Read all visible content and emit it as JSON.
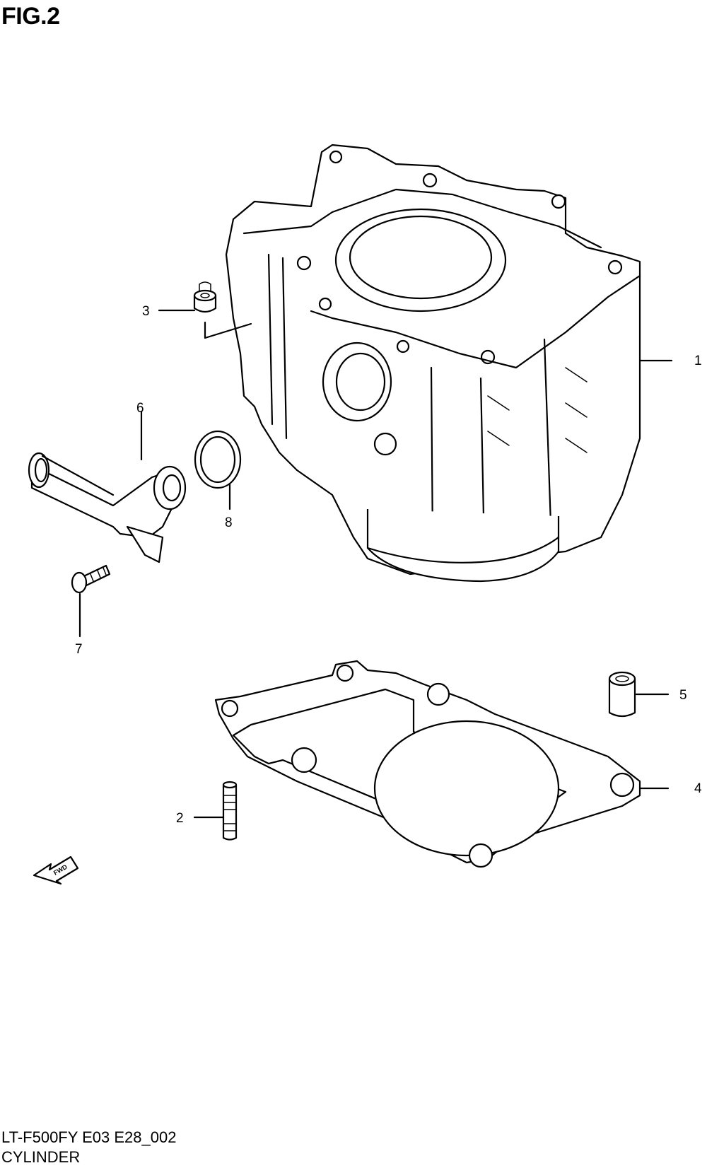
{
  "figure": {
    "title": "FIG.2",
    "code": "LT-F500FY E03 E28_002",
    "name": "CYLINDER"
  },
  "callouts": [
    {
      "id": "1",
      "label": "1"
    },
    {
      "id": "2",
      "label": "2"
    },
    {
      "id": "3",
      "label": "3"
    },
    {
      "id": "4",
      "label": "4"
    },
    {
      "id": "5",
      "label": "5"
    },
    {
      "id": "6",
      "label": "6"
    },
    {
      "id": "7",
      "label": "7"
    },
    {
      "id": "8",
      "label": "8"
    }
  ],
  "direction_indicator": {
    "label": "FWD",
    "icon": "fwd-arrow-icon"
  }
}
